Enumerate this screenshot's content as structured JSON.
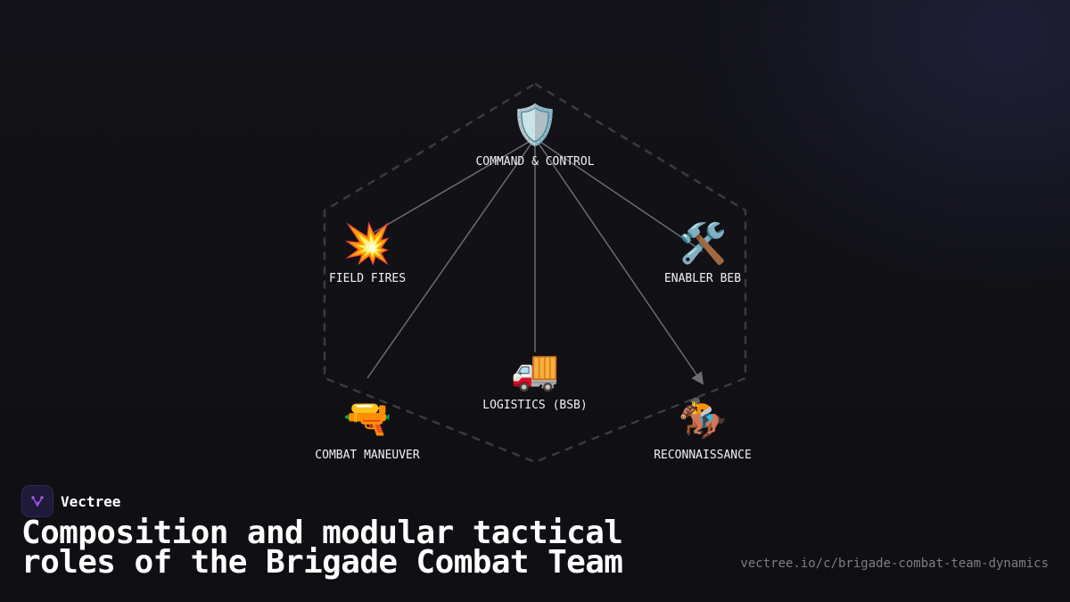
{
  "diagram": {
    "nodes": [
      {
        "id": "command",
        "label": "COMMAND & CONTROL",
        "icon": "shield-icon",
        "glyph": "🛡️"
      },
      {
        "id": "fires",
        "label": "FIELD FIRES",
        "icon": "explosion-icon",
        "glyph": "💥"
      },
      {
        "id": "enabler",
        "label": "ENABLER BEB",
        "icon": "tools-icon",
        "glyph": "🛠️"
      },
      {
        "id": "logistics",
        "label": "LOGISTICS (BSB)",
        "icon": "truck-icon",
        "glyph": "🚚"
      },
      {
        "id": "maneuver",
        "label": "COMBAT MANEUVER",
        "icon": "pistol-icon",
        "glyph": "🔫"
      },
      {
        "id": "recon",
        "label": "RECONNAISSANCE",
        "icon": "horse-rider-icon",
        "glyph": "🏇"
      }
    ],
    "edges": [
      {
        "from": "command",
        "to": "fires"
      },
      {
        "from": "command",
        "to": "enabler"
      },
      {
        "from": "command",
        "to": "logistics"
      },
      {
        "from": "command",
        "to": "maneuver"
      },
      {
        "from": "command",
        "to": "recon",
        "arrow": true
      }
    ],
    "colors": {
      "edge": "#6b6b72",
      "hexagon": "#3a3a40",
      "label": "#f2f2f2"
    }
  },
  "footer": {
    "brand_name": "Vectree",
    "title": "Composition and modular tactical roles of the Brigade Combat Team",
    "url": "vectree.io/c/brigade-combat-team-dynamics"
  }
}
